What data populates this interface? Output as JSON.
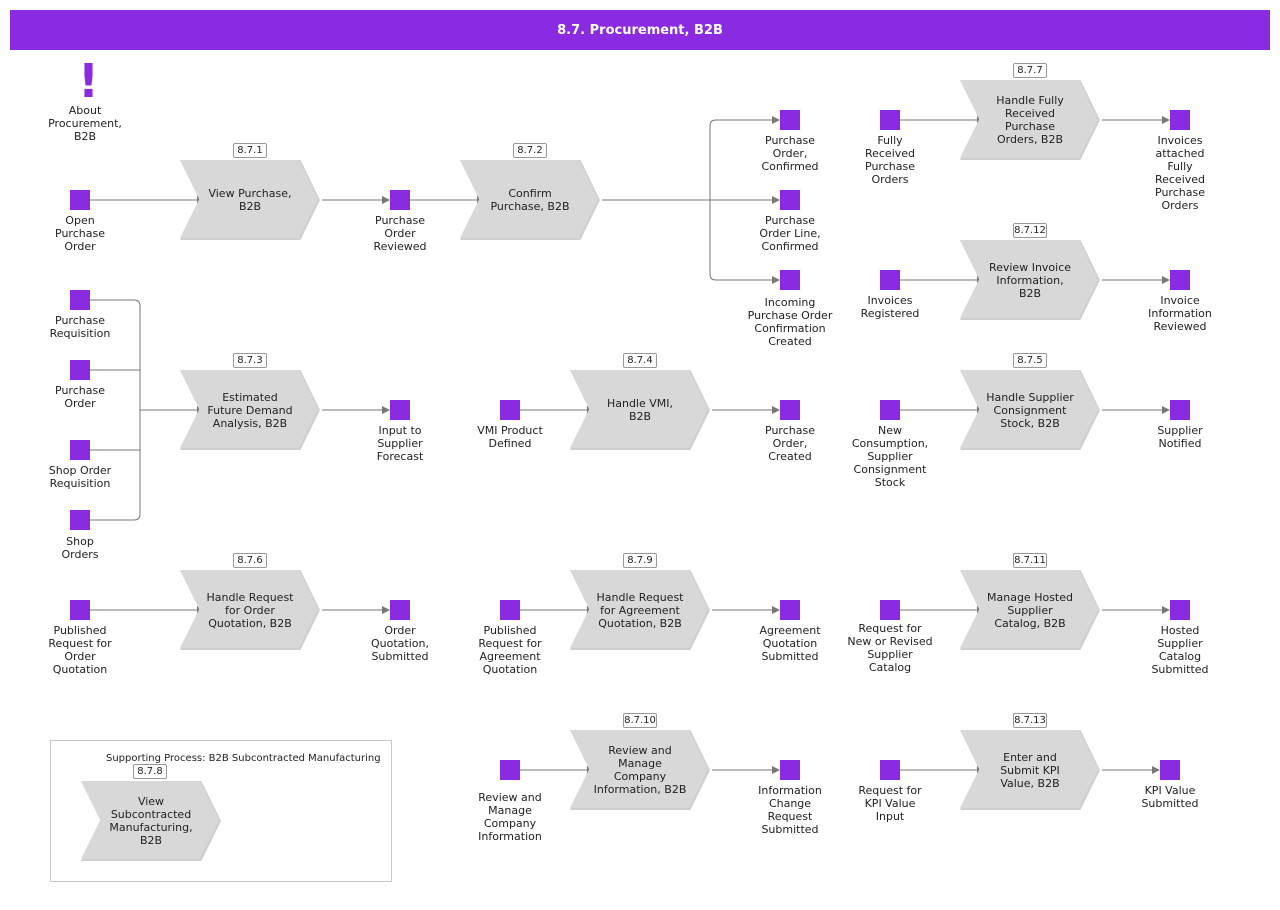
{
  "header": {
    "title": "8.7. Procurement, B2B"
  },
  "about": {
    "icon": "exclamation-icon",
    "label": "About\nProcurement,\nB2B"
  },
  "processes": {
    "p871": {
      "id": "8.7.1",
      "label": "View Purchase,\nB2B"
    },
    "p872": {
      "id": "8.7.2",
      "label": "Confirm\nPurchase, B2B"
    },
    "p873": {
      "id": "8.7.3",
      "label": "Estimated\nFuture Demand\nAnalysis, B2B"
    },
    "p874": {
      "id": "8.7.4",
      "label": "Handle VMI,\nB2B"
    },
    "p875": {
      "id": "8.7.5",
      "label": "Handle Supplier\nConsignment\nStock, B2B"
    },
    "p876": {
      "id": "8.7.6",
      "label": "Handle Request\nfor Order\nQuotation, B2B"
    },
    "p877": {
      "id": "8.7.7",
      "label": "Handle Fully\nReceived\nPurchase\nOrders, B2B"
    },
    "p878": {
      "id": "8.7.8",
      "label": "View\nSubcontracted\nManufacturing,\nB2B"
    },
    "p879": {
      "id": "8.7.9",
      "label": "Handle Request\nfor Agreement\nQuotation, B2B"
    },
    "p8710": {
      "id": "8.7.10",
      "label": "Review and\nManage\nCompany\nInformation, B2B"
    },
    "p8711": {
      "id": "8.7.11",
      "label": "Manage Hosted\nSupplier\nCatalog, B2B"
    },
    "p8712": {
      "id": "8.7.12",
      "label": "Review Invoice\nInformation,\nB2B"
    },
    "p8713": {
      "id": "8.7.13",
      "label": "Enter and\nSubmit KPI\nValue, B2B"
    }
  },
  "events": {
    "open_po": "Open\nPurchase\nOrder",
    "po_reviewed": "Purchase\nOrder\nReviewed",
    "po_confirmed": "Purchase\nOrder,\nConfirmed",
    "pol_confirmed": "Purchase\nOrder Line,\nConfirmed",
    "incoming_poc": "Incoming\nPurchase Order\nConfirmation\nCreated",
    "fully_received": "Fully\nReceived\nPurchase\nOrders",
    "invoices_attached": "Invoices\nattached\nFully\nReceived\nPurchase\nOrders",
    "invoices_registered": "Invoices\nRegistered",
    "invoice_reviewed": "Invoice\nInformation\nReviewed",
    "purchase_req": "Purchase\nRequisition",
    "purchase_order": "Purchase\nOrder",
    "shop_order_req": "Shop Order\nRequisition",
    "shop_orders": "Shop\nOrders",
    "input_supplier_forecast": "Input to\nSupplier\nForecast",
    "vmi_defined": "VMI Product\nDefined",
    "po_created": "Purchase\nOrder,\nCreated",
    "new_consumption": "New\nConsumption,\nSupplier\nConsignment\nStock",
    "supplier_notified": "Supplier\nNotified",
    "published_rfoq": "Published\nRequest for\nOrder\nQuotation",
    "order_quotation_submitted": "Order\nQuotation,\nSubmitted",
    "published_rfaq": "Published\nRequest for\nAgreement\nQuotation",
    "agreement_quotation_submitted": "Agreement\nQuotation\nSubmitted",
    "request_catalog": "Request for\nNew or Revised\nSupplier\nCatalog",
    "catalog_submitted": "Hosted\nSupplier\nCatalog\nSubmitted",
    "review_company_info": "Review and\nManage\nCompany\nInformation",
    "info_change_submitted": "Information\nChange\nRequest\nSubmitted",
    "request_kpi": "Request for\nKPI Value\nInput",
    "kpi_submitted": "KPI Value\nSubmitted"
  },
  "support": {
    "title": "Supporting Process: B2B Subcontracted Manufacturing"
  },
  "colors": {
    "accent": "#8a2be2",
    "process_fill": "#d8d8d8",
    "connector": "#777777"
  }
}
